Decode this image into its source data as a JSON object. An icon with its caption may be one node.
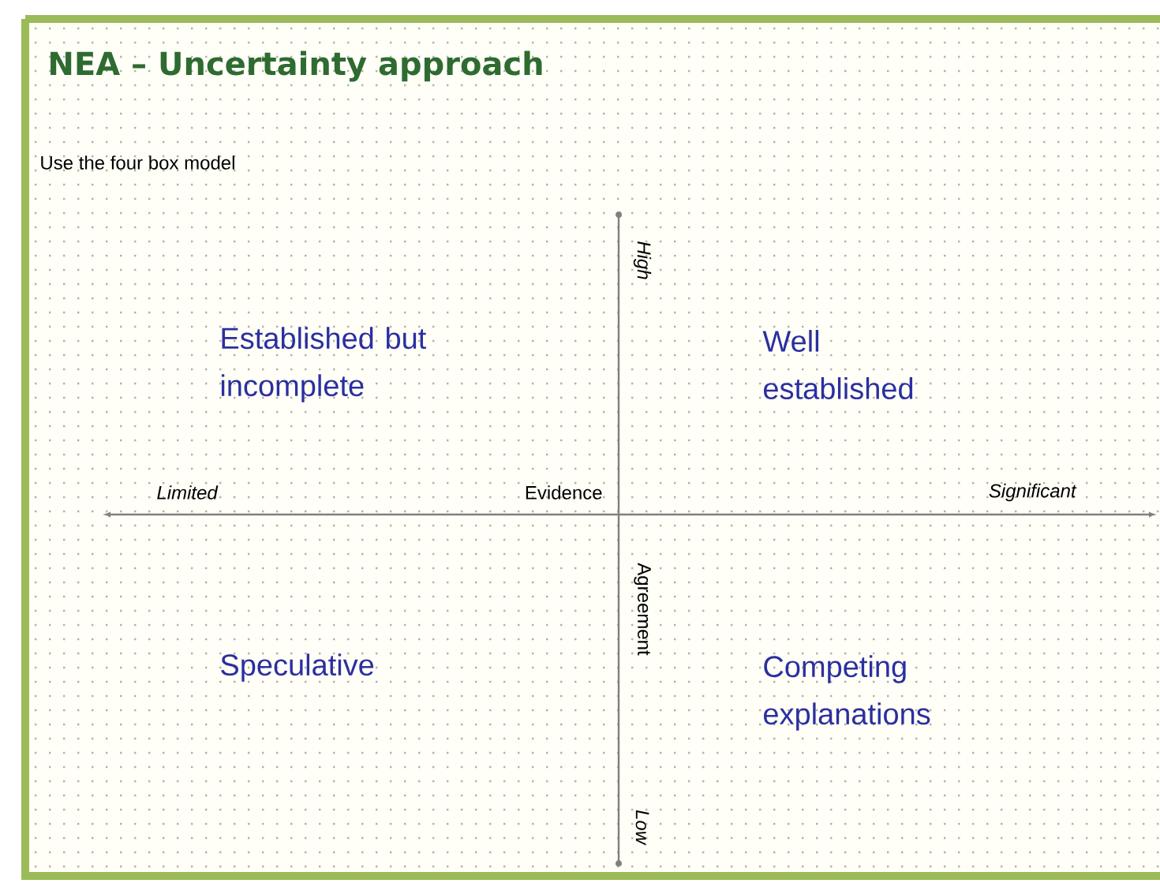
{
  "diagram": {
    "title": "NEA – Uncertainty approach",
    "labels": [
      "Use the four box model",
      "High",
      "Established but incomplete",
      "Well established",
      "Limited",
      "Evidence",
      "Significant",
      "Agreement",
      "Speculative",
      "Competing explanations",
      "Low"
    ]
  }
}
